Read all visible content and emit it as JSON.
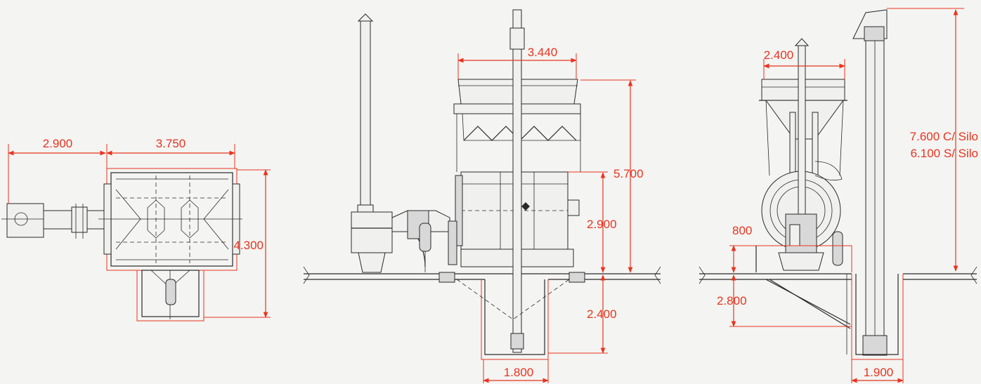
{
  "plan_view": {
    "dim_width_left": "2.900",
    "dim_width_right": "3.750",
    "dim_height": "4.300"
  },
  "front_view": {
    "dim_top_width": "3.440",
    "dim_total_height": "5.700",
    "dim_drum_height": "2.900",
    "dim_pit_depth": "2.400",
    "dim_pit_width": "1.800"
  },
  "side_view": {
    "dim_top_width": "2.400",
    "dim_silo_height_with": "7.600 C/ Silo",
    "dim_silo_height_without": "6.100 S/ Silo",
    "dim_base_height": "800",
    "dim_pit_depth": "2.800",
    "dim_pit_width": "1.900"
  },
  "colors": {
    "dimension": "#e8341f",
    "outline": "#2a2a2a",
    "hidden_line": "#5a5ac8",
    "background": "#f4f4f2"
  }
}
